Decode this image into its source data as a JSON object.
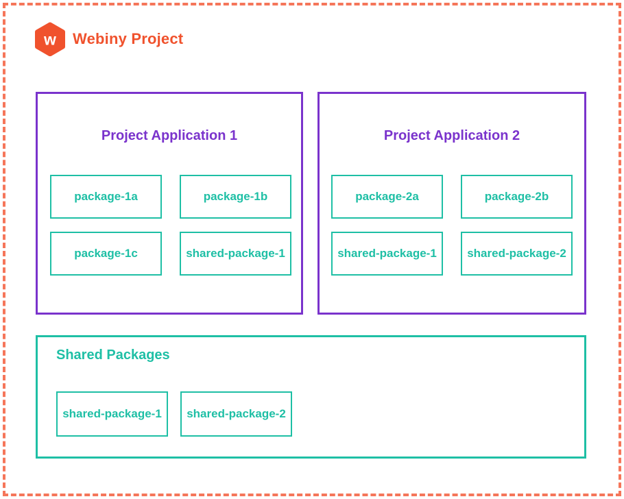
{
  "header": {
    "logo_icon": "webiny-hexagon-logo",
    "logo_letter": "w",
    "title": "Webiny Project"
  },
  "colors": {
    "orange_brand": "#f0522d",
    "orange_dashed_border": "#f5765a",
    "purple": "#7a33cc",
    "teal": "#1ebfa5"
  },
  "applications": [
    {
      "title": "Project Application 1",
      "packages": [
        "package-1a",
        "package-1b",
        "package-1c",
        "shared-package-1"
      ]
    },
    {
      "title": "Project Application 2",
      "packages": [
        "package-2a",
        "package-2b",
        "shared-package-1",
        "shared-package-2"
      ]
    }
  ],
  "shared_section": {
    "title": "Shared Packages",
    "packages": [
      "shared-package-1",
      "shared-package-2"
    ]
  }
}
